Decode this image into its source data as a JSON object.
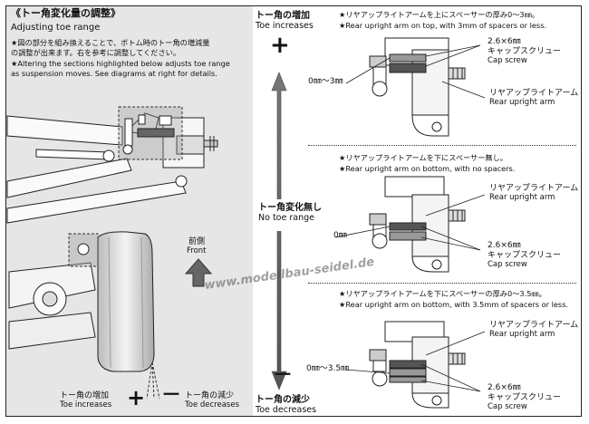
{
  "left": {
    "title_jp": "《トー角変化量の調整》",
    "title_en": "Adjusting toe range",
    "note_jp_1": "★図の部分を組み換えることで、ボトム時のトー角の増減量",
    "note_jp_2": "の調整が出来ます。右を参考に調整してください。",
    "note_en_1": "★Altering the sections highlighted below adjusts toe range",
    "note_en_2": "as suspension moves. See diagrams at right for details.",
    "front_jp": "前側",
    "front_en": "Front",
    "toe_inc_jp": "トー角の増加",
    "toe_inc_en": "Toe increases",
    "toe_dec_jp": "トー角の減少",
    "toe_dec_en": "Toe decreases",
    "plus": "+",
    "minus": "－"
  },
  "scale": {
    "top_jp": "トー角の増加",
    "top_en": "Toe increases",
    "plus": "+",
    "mid_jp": "トー角変化無し",
    "mid_en": "No toe range",
    "minus": "－",
    "bottom_jp": "トー角の減少",
    "bottom_en": "Toe decreases"
  },
  "panels": [
    {
      "note_jp": "★リヤアップライトアームを上にスペーサーの厚み0～3㎜。",
      "note_en": "★Rear upright arm on top, with 3mm of spacers or less.",
      "spacer_label": "0㎜～3㎜",
      "screw_jp_size": "2.6×6㎜",
      "screw_jp": "キャップスクリュー",
      "screw_en": "Cap screw",
      "arm_jp": "リヤアップライトアーム",
      "arm_en": "Rear upright arm"
    },
    {
      "note_jp": "★リヤアップライトアームを下にスペーサー無し。",
      "note_en": "★Rear upright arm on bottom, with no spacers.",
      "spacer_label": "0㎜",
      "screw_jp_size": "2.6×6㎜",
      "screw_jp": "キャップスクリュー",
      "screw_en": "Cap screw",
      "arm_jp": "リヤアップライトアーム",
      "arm_en": "Rear upright arm"
    },
    {
      "note_jp": "★リヤアップライトアームを下にスペーサーの厚み0～3.5㎜。",
      "note_en": "★Rear upright arm on bottom, with 3.5mm of spacers or less.",
      "spacer_label": "0㎜～3.5㎜",
      "screw_jp_size": "2.6×6㎜",
      "screw_jp": "キャップスクリュー",
      "screw_en": "Cap screw",
      "arm_jp": "リヤアップライトアーム",
      "arm_en": "Rear upright arm"
    }
  ],
  "watermark": "www.modellbau-seidel.de",
  "colors": {
    "panel_bg": "#e6e6e6",
    "arrow": "#555555",
    "highlight": "#9a9a9a"
  }
}
